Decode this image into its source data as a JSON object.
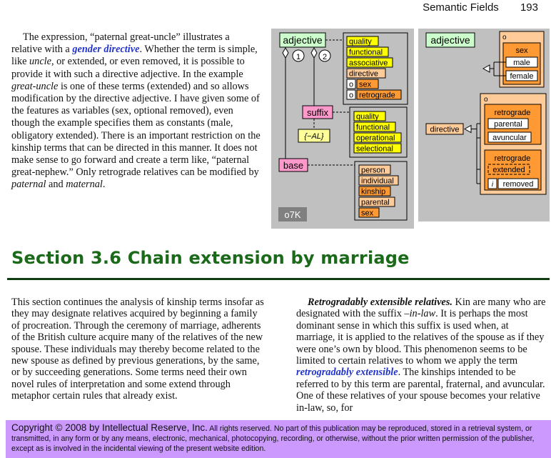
{
  "header": {
    "title": "Semantic Fields",
    "page_number": "193"
  },
  "intro": {
    "part1": "The expression, “paternal great-uncle” illustrates a relative with a ",
    "term": "gender directive",
    "part2": ".  Whether the term is simple, like ",
    "ex1": "uncle",
    "part3": ", or extended, or even removed, it is possible to provide it with such a directive adjective.  In the example ",
    "ex2": "great-uncle",
    "part4": " is one of these terms (extended) and so allows modification by the directive adjective.  I have given some of the features as variables (sex, optional removed), even though the example specifies them as constants (male, obligatory extended).  There is an important restriction on the  kinship terms that can be directed in this manner.  It does not make sense to go forward and create a term like, “paternal great-nephew.” Only retrograde relatives can be modified by ",
    "ex3": "paternal",
    "part5": " and ",
    "ex4": "maternal",
    "part6": "."
  },
  "diagram_left": {
    "adjective": "adjective",
    "circle1": "1",
    "circle2": "2",
    "group1": [
      "quality",
      "functional",
      "associative",
      "directive",
      "sex",
      "retrograde"
    ],
    "o_marks": [
      "o",
      "o"
    ],
    "suffix": "suffix",
    "suffix_value": "{−AL}",
    "group2": [
      "quality",
      "functional",
      "operational",
      "selectional"
    ],
    "base": "base",
    "group3": [
      "person",
      "individual",
      "kinship",
      "parental",
      "sex"
    ],
    "badge": "o7K"
  },
  "diagram_right": {
    "adjective": "adjective",
    "o_sex": "o",
    "sex": "sex",
    "male": "male",
    "female": "female",
    "directive": "directive",
    "o_ret": "o",
    "retrograde1": "retrograde",
    "parental": "parental",
    "avuncular": "avuncular",
    "retrograde2": "retrograde",
    "extended": "extended",
    "i_mark": "i",
    "removed": "removed"
  },
  "section": {
    "title": "Section 3.6 Chain extension by marriage"
  },
  "left_column": "This section continues the analysis of kinship terms insofar as they may designate relatives acquired by beginning a family of procreation.  Through the ceremony of marriage, adherents of the British culture acquire many of the relatives of the new spouse.  These individuals may thereby become related to the new spouse as defined by previous generations, by the same, or by succeeding generations.  Some terms need their own novel rules of interpretation and some extend through metaphor certain rules that already exist.",
  "right_column": {
    "heading": "Retrogradably extensible relatives.",
    "part1": "  Kin are many who are designated with the suffix –",
    "suffix": "in-law",
    "part2": ".  It is perhaps the most dominant sense in which this suffix is used when, at marriage, it is applied to the relatives of the spouse as if they were one’s own by blood.  This phenomenon seems to be limited to certain relatives to whom we apply the term ",
    "term": "retrogradably extensible",
    "part3": ". The kinships intended to be referred to by this term are parental, fraternal, and avuncular.  One of these relatives of your spouse becomes your relative in-law, so, for"
  },
  "footer": {
    "copyright": "Copyright © 2008 by Intellectual Reserve, Inc.",
    "notice": "  All rights reserved.  No part of this publication may be reproduced, stored in a retrieval system, or transmitted, in any form or by any means, electronic, mechanical, photocopying, recording, or otherwise, without the prior written permission of the publisher, except as is involved in the incidental viewing of the present website edition."
  },
  "colors": {
    "panel": "#c0c0c0",
    "adjective_fill": "#ccffcc",
    "yellow": "#ffff00",
    "orange": "#ff9933",
    "peach": "#ffcc99",
    "pink": "#ff99cc",
    "section_green": "#1a6a1a",
    "footer_purple": "#cc99ff",
    "link_blue": "#2233cc"
  }
}
